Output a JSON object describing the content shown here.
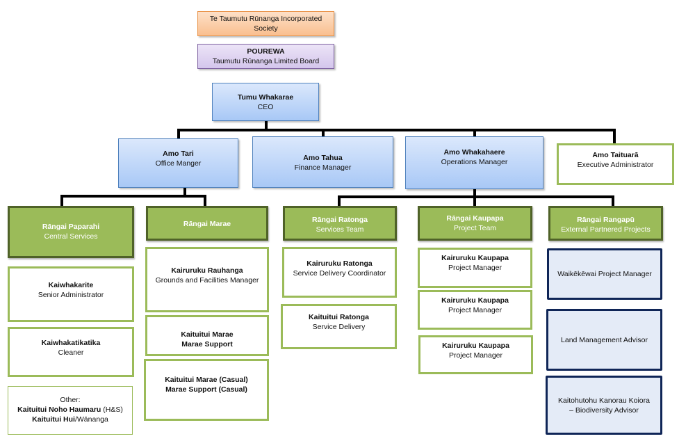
{
  "chart_title": "",
  "governance": {
    "society": {
      "line1": "Te Taumutu Rūnanga Incorporated",
      "line2": "Society"
    },
    "board": {
      "title": "POUREWA",
      "subtitle": "Taumutu Rūnanga Limited Board"
    }
  },
  "ceo": {
    "title": "Tumu Whakarae",
    "subtitle": "CEO"
  },
  "managers": [
    {
      "title": "Amo Tari",
      "subtitle": "Office Manger"
    },
    {
      "title": "Amo Tahua",
      "subtitle": "Finance Manager"
    },
    {
      "title": "Amo Whakahaere",
      "subtitle": "Operations Manager"
    },
    {
      "title": "Amo Taituarā",
      "subtitle": "Executive Administrator"
    }
  ],
  "teams": [
    {
      "title": "Rāngai Paparahi",
      "subtitle": "Central Services"
    },
    {
      "title": "Rāngai Marae",
      "subtitle": ""
    },
    {
      "title": "Rāngai Ratonga",
      "subtitle": "Services Team"
    },
    {
      "title": "Rāngai Kaupapa",
      "subtitle": "Project Team"
    },
    {
      "title": "Rāngai Rangapū",
      "subtitle": "External Partnered Projects"
    }
  ],
  "central_services": [
    {
      "title": "Kaiwhakarite",
      "subtitle": "Senior Administrator"
    },
    {
      "title": "Kaiwhakatikatika",
      "subtitle": "Cleaner"
    },
    {
      "prefix": "Other:",
      "line1_bold": "Kaituitui Noho Haumaru",
      "line1_normal": " (H&S)",
      "line2_bold": "Kaituitui Hui",
      "line2_normal": "/Wānanga"
    }
  ],
  "marae": [
    {
      "title": "Kairuruku Rauhanga",
      "subtitle": "Grounds and Facilities Manager"
    },
    {
      "title": "Kaituitui Marae",
      "subtitle": "Marae Support"
    },
    {
      "title": "Kaituitui Marae (Casual)",
      "subtitle": "Marae Support (Casual)"
    }
  ],
  "services": [
    {
      "title": "Kairuruku Ratonga",
      "subtitle": "Service Delivery Coordinator"
    },
    {
      "title": "Kaituitui Ratonga",
      "subtitle": "Service Delivery"
    }
  ],
  "projects": [
    {
      "title": "Kairuruku Kaupapa",
      "subtitle": "Project Manager"
    },
    {
      "title": "Kairuruku Kaupapa",
      "subtitle": "Project Manager"
    },
    {
      "title": "Kairuruku Kaupapa",
      "subtitle": "Project Manager"
    }
  ],
  "external": [
    {
      "line1": "Waikēkēwai Project Manager",
      "line2": ""
    },
    {
      "line1": "Land Management Advisor",
      "line2": ""
    },
    {
      "line1": "Kaitohutohu Kanorau Koiora",
      "line2": "– Biodiversity Advisor"
    }
  ],
  "colors": {
    "governance_orange": "#f9bf8f",
    "governance_purple": "#d4c6ec",
    "management_blue": "#a8c8f6",
    "team_green": "#9bbb59",
    "team_green_border": "#4f6228",
    "external_navy": "#0f2557"
  }
}
